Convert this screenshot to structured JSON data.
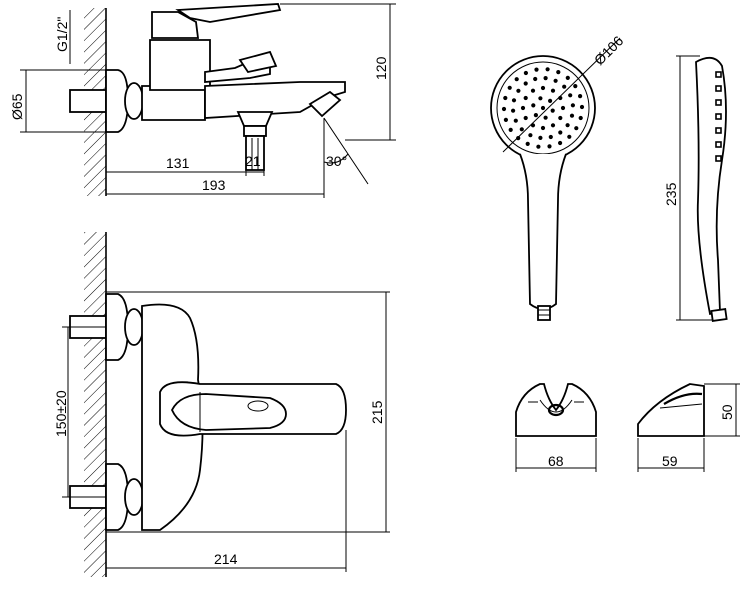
{
  "dimensions": {
    "thread": "G1/2\"",
    "diameter_65": "Ø65",
    "height_120": "120",
    "len_131": "131",
    "len_21": "21",
    "len_193": "193",
    "angle_30": "30°",
    "spacing_150": "150±20",
    "height_215": "215",
    "len_214": "214",
    "diameter_106": "Ø106",
    "length_235": "235",
    "width_68": "68",
    "depth_59": "59",
    "height_50": "50"
  }
}
